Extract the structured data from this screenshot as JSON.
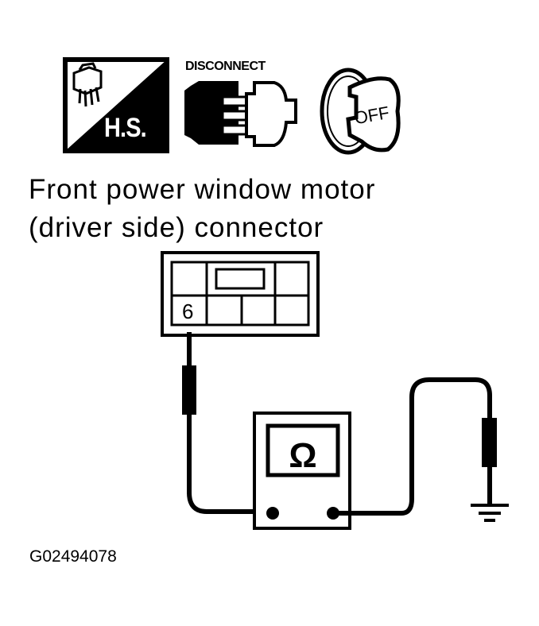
{
  "icons": {
    "harness_icon": {
      "name": "harness-connector-icon",
      "label": "H.S."
    },
    "disconnect_icon": {
      "name": "disconnect-icon",
      "label": "DISCONNECT"
    },
    "ignition_icon": {
      "name": "ignition-key-icon",
      "label": "OFF"
    }
  },
  "title": {
    "line1": "Front power window motor",
    "line2": "(driver side) connector"
  },
  "connector": {
    "pin_label": "6",
    "rows": 2,
    "top_row_cells": 3,
    "bottom_row_cells": 4
  },
  "meter": {
    "symbol": "Ω",
    "type": "ohmmeter"
  },
  "ground": {
    "symbol": "ground"
  },
  "figure_code": "G02494078",
  "colors": {
    "ink": "#000000",
    "paper": "#ffffff"
  }
}
